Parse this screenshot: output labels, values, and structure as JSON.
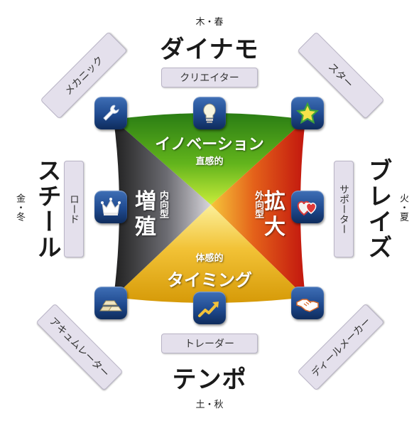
{
  "top": {
    "season": "木・春",
    "title": "ダイナモ",
    "pill": "クリエイター"
  },
  "bottom": {
    "season": "土・秋",
    "title": "テンポ",
    "pill": "トレーダー"
  },
  "left": {
    "season": "金・冬",
    "title": "スチール",
    "pill": "ロード"
  },
  "right": {
    "season": "火・夏",
    "title": "ブレイズ",
    "pill": "サポーター"
  },
  "corners": {
    "top_left": "メカニック",
    "top_right": "スター",
    "bottom_left": "アキュムレーター",
    "bottom_right": "ディールメーカー"
  },
  "quadrants": {
    "top": {
      "title": "イノベーション",
      "sub": "直感的"
    },
    "bottom": {
      "title": "タイミング",
      "sub": "体感的"
    },
    "left": {
      "title_1": "増",
      "title_2": "殖",
      "sub": "内向型"
    },
    "right": {
      "title_1": "拡",
      "title_2": "大",
      "sub": "外向型"
    }
  },
  "colors": {
    "top": "#2e8a1e",
    "right": "#c62a10",
    "bottom": "#e2a510",
    "left": "#333333",
    "center": "#f3f08a",
    "pill_bg": "#e4e0ec",
    "icon": "#1f4a8f"
  },
  "icons": [
    "wrench-icon",
    "lightbulb-icon",
    "star-icon",
    "crown-icon",
    "heart-icon",
    "gold-bars-icon",
    "rising-chart-icon",
    "handshake-icon"
  ]
}
